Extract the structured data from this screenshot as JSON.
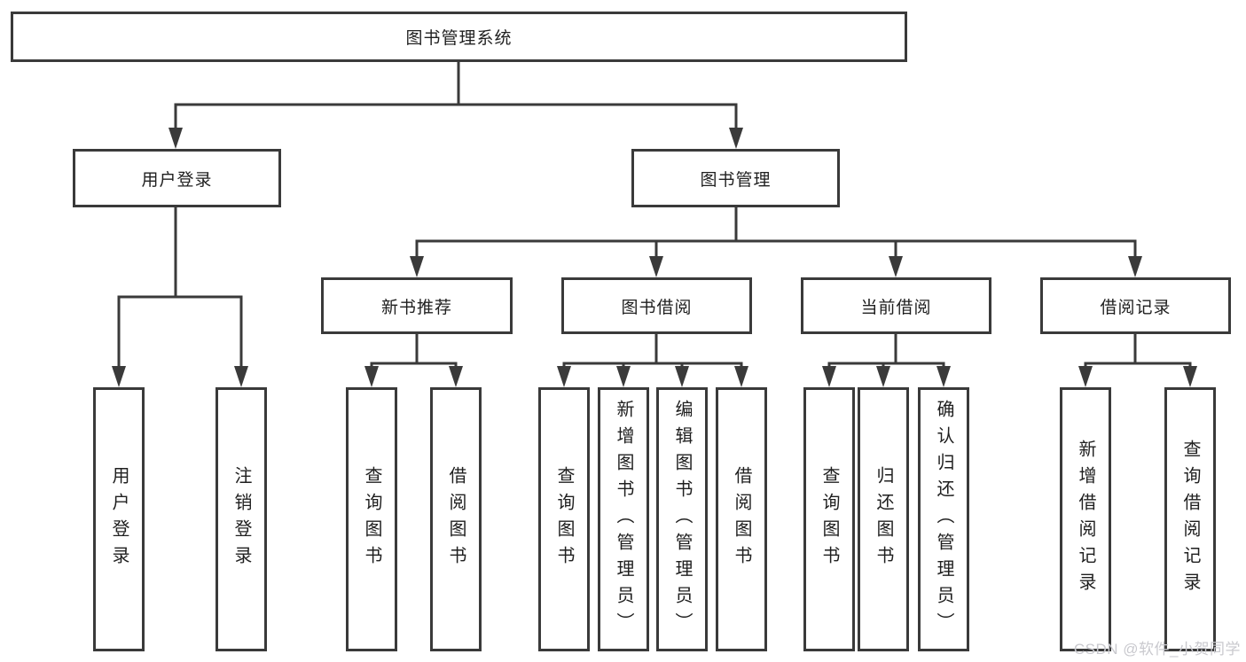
{
  "diagram": {
    "root": {
      "label": "图书管理系统"
    },
    "branches": [
      {
        "label": "用户登录",
        "children": [
          {
            "label": "用户登录"
          },
          {
            "label": "注销登录"
          }
        ]
      },
      {
        "label": "图书管理",
        "children": [
          {
            "label": "新书推荐",
            "children": [
              {
                "label": "查询图书"
              },
              {
                "label": "借阅图书"
              }
            ]
          },
          {
            "label": "图书借阅",
            "children": [
              {
                "label": "查询图书"
              },
              {
                "label": "新增图书（管理员）"
              },
              {
                "label": "编辑图书（管理员）"
              },
              {
                "label": "借阅图书"
              }
            ]
          },
          {
            "label": "当前借阅",
            "children": [
              {
                "label": "查询图书"
              },
              {
                "label": "归还图书"
              },
              {
                "label": "确认归还（管理员）"
              }
            ]
          },
          {
            "label": "借阅记录",
            "children": [
              {
                "label": "新增借阅记录"
              },
              {
                "label": "查询借阅记录"
              }
            ]
          }
        ]
      }
    ]
  },
  "watermark": {
    "text": "CSDN @软件_小贺同学"
  },
  "colors": {
    "line": "#3a3a3a",
    "text": "#1f1f1f",
    "watermark": "#c9c9ce",
    "background": "#ffffff"
  }
}
